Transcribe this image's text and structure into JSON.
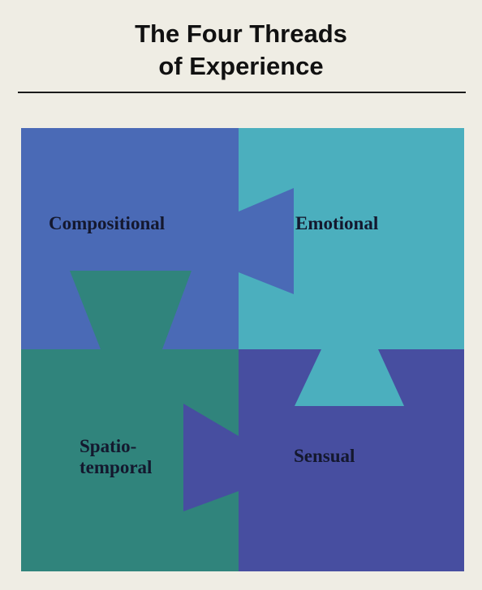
{
  "title": {
    "line1": "The Four Threads",
    "line2": "of Experience"
  },
  "quadrants": {
    "compositional": {
      "label": "Compositional",
      "color": "#4a6ab6"
    },
    "emotional": {
      "label": "Emotional",
      "color": "#4bafbe"
    },
    "spatio_temporal": {
      "label_line1": "Spatio-",
      "label_line2": "temporal",
      "color": "#30847c"
    },
    "sensual": {
      "label": "Sensual",
      "color": "#474ea0"
    }
  }
}
